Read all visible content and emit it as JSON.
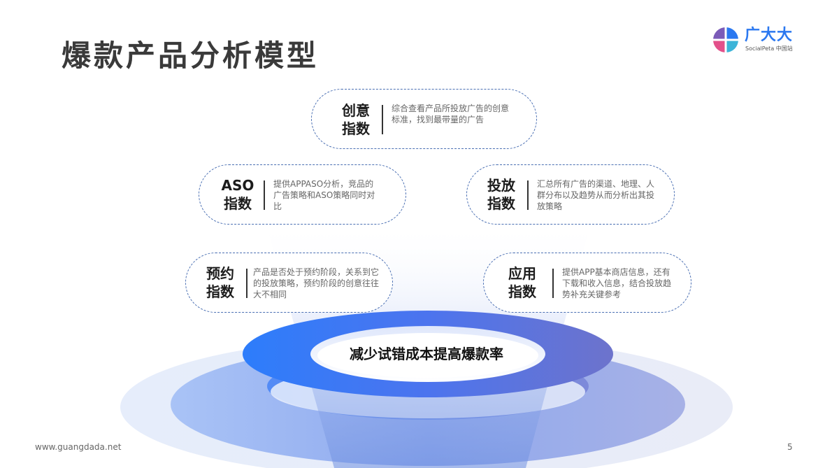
{
  "title": "爆款产品分析模型",
  "logo": {
    "brand": "广大大",
    "sub": "SocialPeta 中国站"
  },
  "center_label": "减少试错成本提高爆款率",
  "bubbles": {
    "creative": {
      "title": "创意\n指数",
      "desc": "综合查看产品所投放广告的创意标准，找到最带量的广告"
    },
    "aso": {
      "title": "ASO\n指数",
      "desc": "提供APPASO分析，竞品的广告策略和ASO策略同时对比"
    },
    "placement": {
      "title": "投放\n指数",
      "desc": "汇总所有广告的渠道、地理、人群分布以及趋势从而分析出其投放策略"
    },
    "preorder": {
      "title": "预约\n指数",
      "desc": "产品是否处于预约阶段，关系到它的投放策略，预约阶段的创意往往大不相同"
    },
    "app": {
      "title": "应用\n指数",
      "desc": "提供APP基本商店信息，还有下载和收入信息，结合投放趋势补充关键参考"
    }
  },
  "footer": {
    "url": "www.guangdada.net",
    "page": "5"
  },
  "colors": {
    "primary": "#2b78f0",
    "dashed_border": "#4a6fb3",
    "title": "#3a3a3a"
  }
}
